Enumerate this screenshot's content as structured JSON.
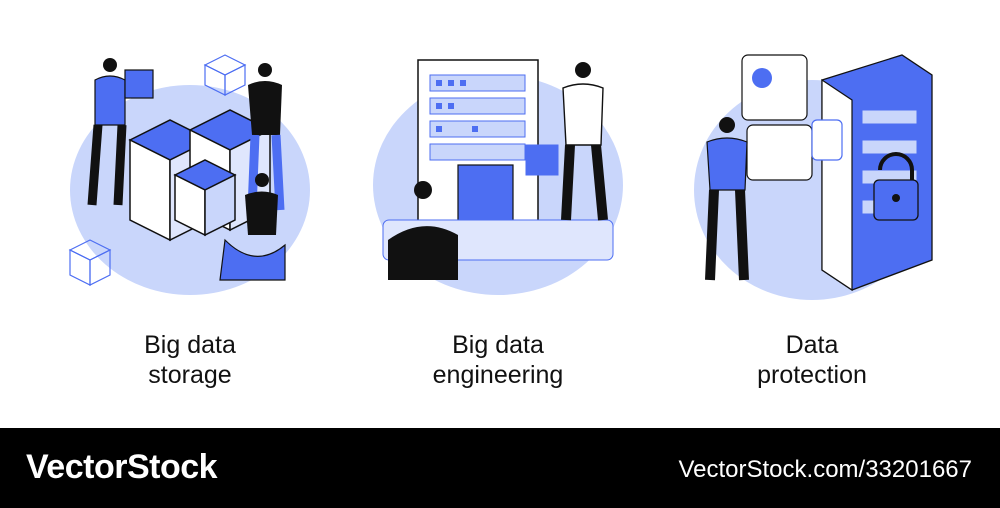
{
  "colors": {
    "accent": "#4d6ef2",
    "light_accent": "#c9d6fb",
    "ink": "#111111",
    "footer_bg": "#000000"
  },
  "panels": [
    {
      "caption_line1": "Big data",
      "caption_line2": "storage",
      "icon": "cube-stack-icon"
    },
    {
      "caption_line1": "Big data",
      "caption_line2": "engineering",
      "icon": "server-rack-icon"
    },
    {
      "caption_line1": "Data",
      "caption_line2": "protection",
      "icon": "padlock-icon"
    }
  ],
  "footer": {
    "brand": "VectorStock",
    "url": "VectorStock.com/33201667"
  }
}
